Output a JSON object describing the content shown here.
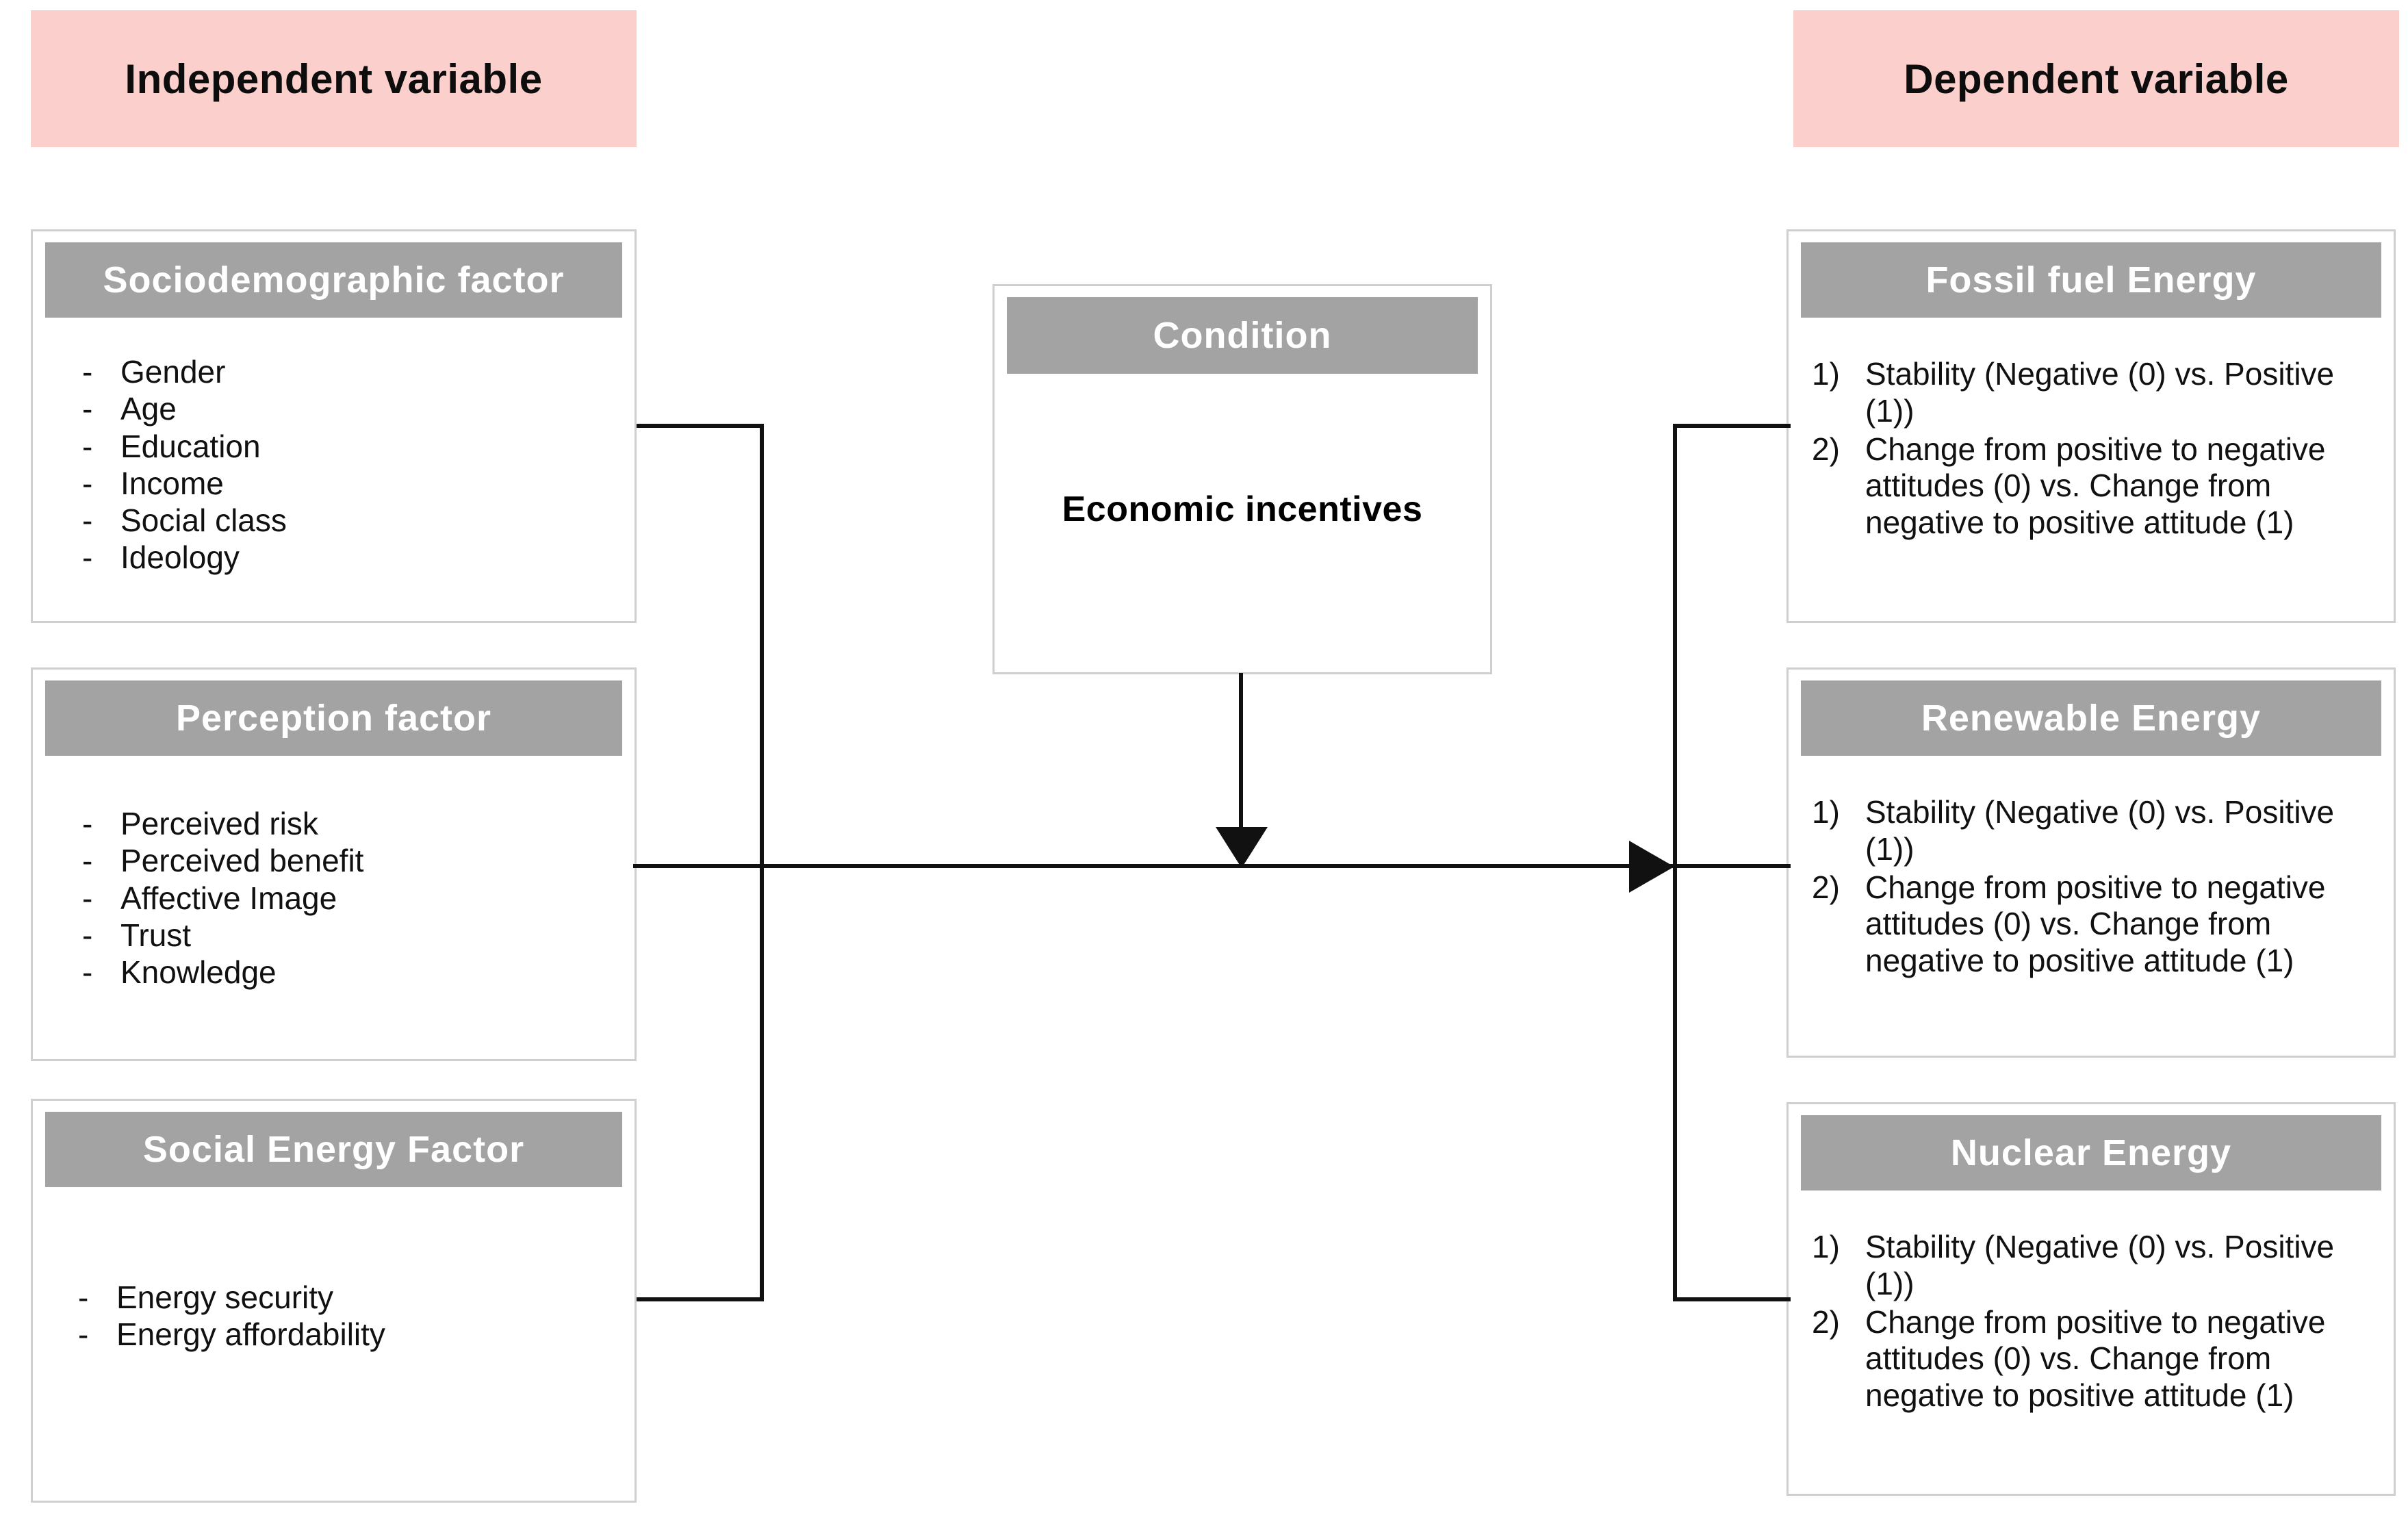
{
  "headers": {
    "independent": "Independent variable",
    "dependent": "Dependent variable"
  },
  "colors": {
    "banner_pink": "#fbcfcb",
    "panel_header_gray": "#a3a3a3",
    "panel_border": "#cfcfcf",
    "line_black": "#111111"
  },
  "independent": {
    "sociodemographic": {
      "title": "Sociodemographic  factor",
      "marker": "-",
      "items": [
        "Gender",
        "Age",
        "Education",
        "Income",
        "Social class",
        "Ideology"
      ]
    },
    "perception": {
      "title": "Perception factor",
      "marker": "-",
      "items": [
        "Perceived risk",
        "Perceived benefit",
        "Affective Image",
        "Trust",
        "Knowledge"
      ]
    },
    "social_energy": {
      "title": "Social  Energy  Factor",
      "marker": "-",
      "items": [
        "Energy security",
        "Energy affordability"
      ]
    }
  },
  "condition": {
    "title": "Condition",
    "value": "Economic  incentives"
  },
  "dependent": {
    "fossil": {
      "title": "Fossil fuel Energy",
      "items": [
        {
          "marker": "1)",
          "text": "Stability (Negative (0) vs. Positive (1))"
        },
        {
          "marker": "2)",
          "text": "Change from positive to negative attitudes (0) vs. Change from negative to positive attitude (1)"
        }
      ]
    },
    "renewable": {
      "title": "Renewable Energy",
      "items": [
        {
          "marker": "1)",
          "text": "Stability (Negative (0) vs. Positive (1))"
        },
        {
          "marker": "2)",
          "text": "Change from positive to negative attitudes (0) vs. Change from negative to positive attitude (1)"
        }
      ]
    },
    "nuclear": {
      "title": "Nuclear Energy",
      "items": [
        {
          "marker": "1)",
          "text": "Stability (Negative (0) vs. Positive (1))"
        },
        {
          "marker": "2)",
          "text": "Change from positive to negative attitudes (0) vs. Change from negative to positive attitude (1)"
        }
      ]
    }
  }
}
